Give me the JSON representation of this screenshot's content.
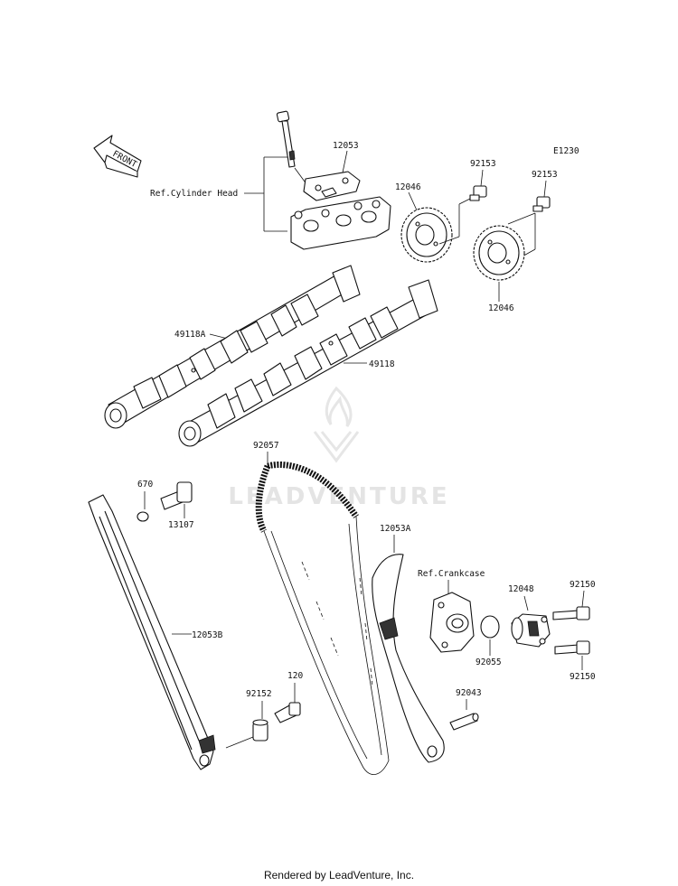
{
  "diagram_code": "E1230",
  "front_label": "FRONT",
  "watermark": "LEADVENTURE",
  "footer": "Rendered by LeadVenture, Inc.",
  "refs": {
    "cylinder_head": "Ref.Cylinder Head",
    "crankcase": "Ref.Crankcase"
  },
  "parts": {
    "holder": "12053",
    "sprocket_upper": "12046",
    "sprocket_lower": "12046",
    "bolt_a": "92153",
    "bolt_b": "92153",
    "camshaft_a": "49118A",
    "camshaft": "49118",
    "chain": "92057",
    "oring_small": "670",
    "bolt_guide": "13107",
    "guide_a": "12053A",
    "guide_b": "12053B",
    "tensioner": "12048",
    "tensioner_bolt_upper": "92150",
    "tensioner_bolt_lower": "92150",
    "gasket": "92055",
    "pin": "92043",
    "bolt_120": "120",
    "collar": "92152"
  }
}
